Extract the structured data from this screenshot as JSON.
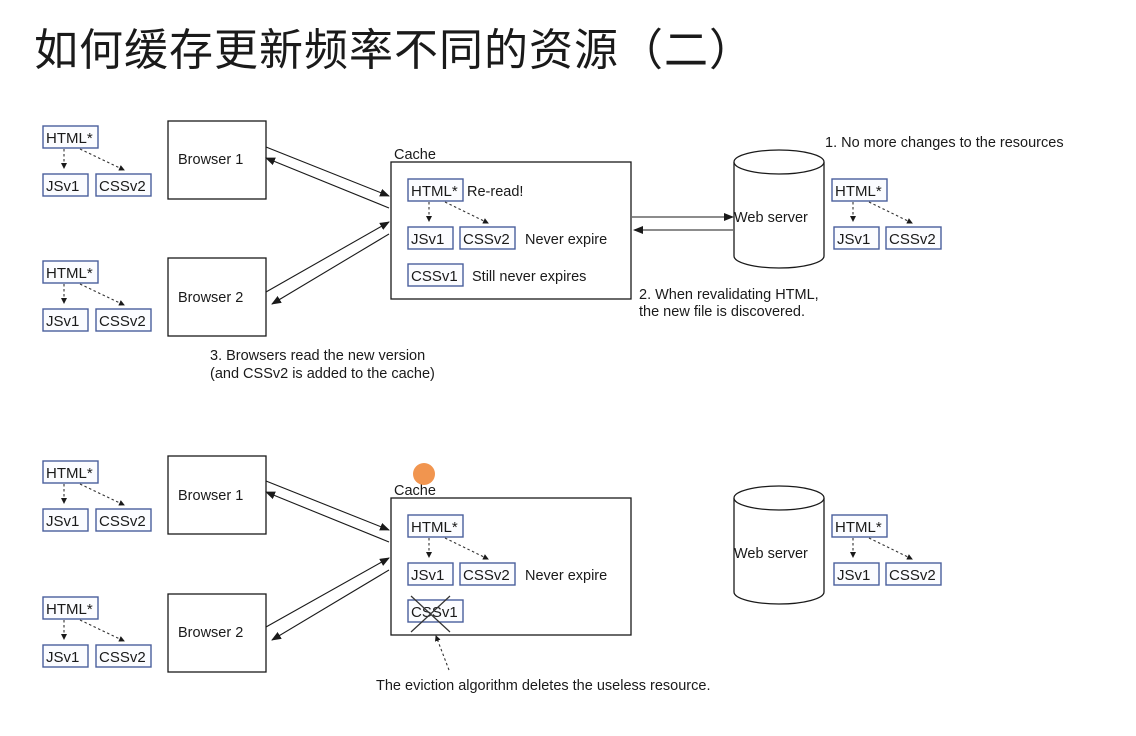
{
  "title": "如何缓存更新频率不同的资源（二）",
  "labels": {
    "html": "HTML*",
    "js": "JSv1",
    "css2": "CSSv2",
    "css1": "CSSv1",
    "browser1": "Browser 1",
    "browser2": "Browser 2",
    "cache": "Cache",
    "web_server": "Web server"
  },
  "top": {
    "reread": "Re-read!",
    "never_expire": "Never expire",
    "still_never": "Still never expires",
    "note1": "1. No more changes to the resources",
    "note2_line1": "2. When revalidating HTML,",
    "note2_line2": "the new file is discovered.",
    "note3_line1": "3. Browsers read the new version",
    "note3_line2": "(and CSSv2 is added to the cache)"
  },
  "bottom": {
    "never_expire": "Never expire",
    "eviction_note": "The eviction algorithm deletes the useless resource."
  },
  "colors": {
    "resource_border": "#4a5f9c",
    "cursor": "#f08a3c"
  }
}
